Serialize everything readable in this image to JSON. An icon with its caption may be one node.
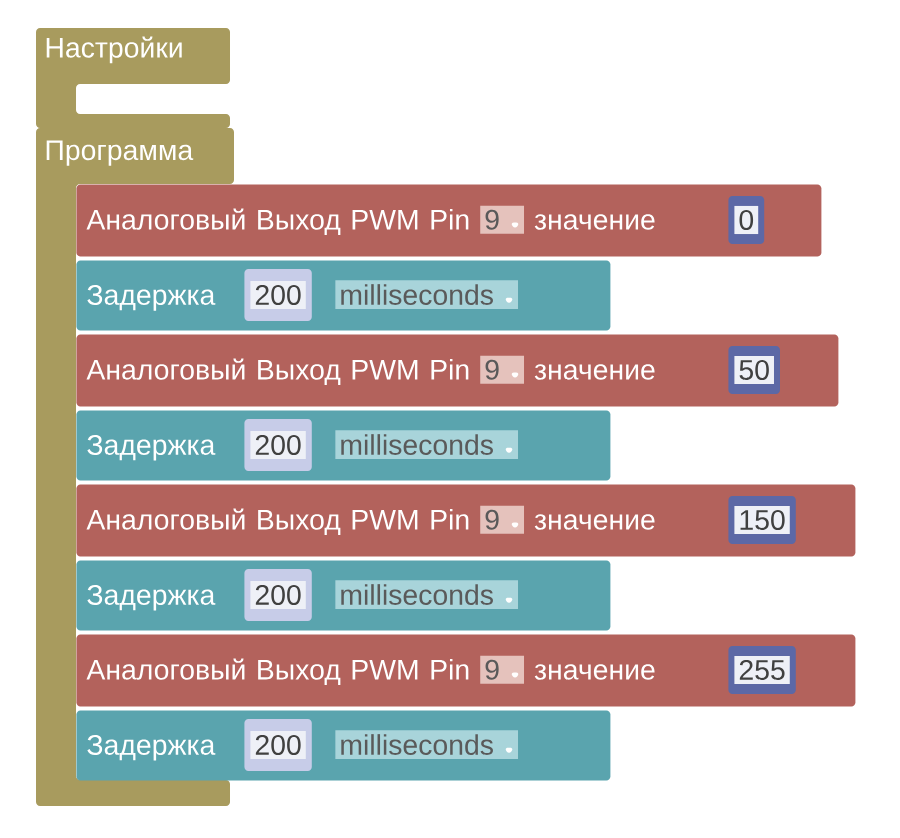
{
  "diagram": {
    "nodes": [
      {
        "text": [
          "Настройки"
        ]
      },
      {
        "text": [
          "Программа"
        ]
      },
      {
        "text": [
          "Аналоговый Выход PWM Pin",
          "9",
          "значение"
        ]
      },
      {
        "text": [
          "0"
        ],
        "in": 2
      },
      {
        "text": [
          "Задержка",
          "milliseconds"
        ]
      },
      {
        "text": [
          "200"
        ],
        "in": 4
      },
      {
        "text": [
          "Аналоговый Выход PWM Pin",
          "9",
          "значение"
        ]
      },
      {
        "text": [
          "50"
        ],
        "in": 6
      },
      {
        "text": [
          "Задержка",
          "milliseconds"
        ]
      },
      {
        "text": [
          "200"
        ],
        "in": 8
      },
      {
        "text": [
          "Аналоговый Выход PWM Pin",
          "9",
          "значение"
        ]
      },
      {
        "text": [
          "150"
        ],
        "in": 10
      },
      {
        "text": [
          "Задержка",
          "milliseconds"
        ]
      },
      {
        "text": [
          "200"
        ],
        "in": 12
      },
      {
        "text": [
          "Аналоговый Выход PWM Pin",
          "9",
          "значение"
        ]
      },
      {
        "text": [
          "255"
        ],
        "in": 14
      },
      {
        "text": [
          "Задержка",
          "milliseconds"
        ]
      },
      {
        "text": [
          "200"
        ],
        "in": 16
      }
    ]
  }
}
